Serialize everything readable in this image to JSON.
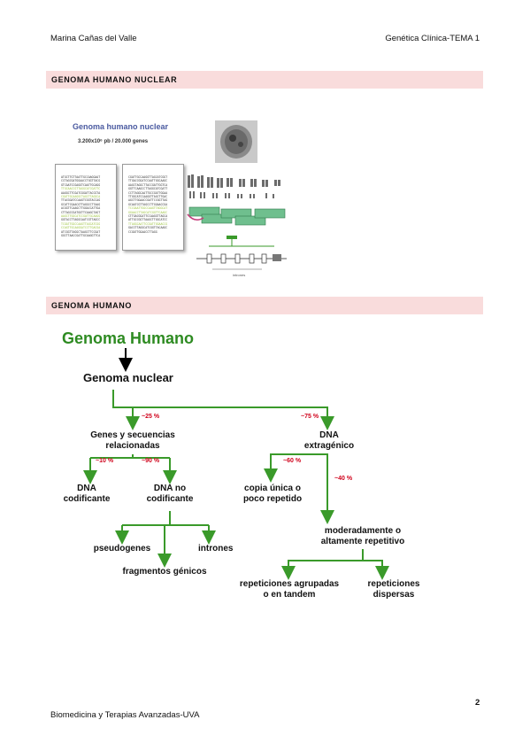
{
  "header": {
    "author": "Marina Cañas del Valle",
    "course": "Genética Clínica-TEMA 1"
  },
  "sections": [
    {
      "title": "GENOMA HUMANO NUCLEAR"
    },
    {
      "title": "GENOMA HUMANO"
    }
  ],
  "figure1": {
    "title": "Genoma humano nuclear",
    "subtitle": "3.200x10⁶ pb / 20.000 genes",
    "intron_label": "intrones"
  },
  "diagram": {
    "title": "Genoma Humano",
    "nuclear": "Genoma nuclear",
    "genes_related": "Genes y secuencias relacionadas",
    "dna_extragenic": "DNA extragénico",
    "pct_25": "~25 %",
    "pct_75": "~75 %",
    "pct_10": "~10 %",
    "pct_90": "~90 %",
    "pct_60": "~60 %",
    "pct_40": "~40 %",
    "dna_coding": "DNA codificante",
    "dna_noncoding": "DNA no codificante",
    "single_copy": "copia única o poco repetido",
    "repetitive": "moderadamente o altamente repetitivo",
    "pseudogenes": "pseudogenes",
    "introns": "intrones",
    "fragments": "fragmentos génicos",
    "tandem": "repeticiones agrupadas o en tandem",
    "dispersed": "repeticiones dispersas"
  },
  "footer": {
    "page_number": "2",
    "institution": "Biomedicina y Terapias Avanzadas-UVA"
  },
  "colors": {
    "band": "#f9dcdc",
    "diagram_green": "#3a9a2a",
    "title_green": "#2e8b22",
    "pct_red": "#d0021b"
  }
}
